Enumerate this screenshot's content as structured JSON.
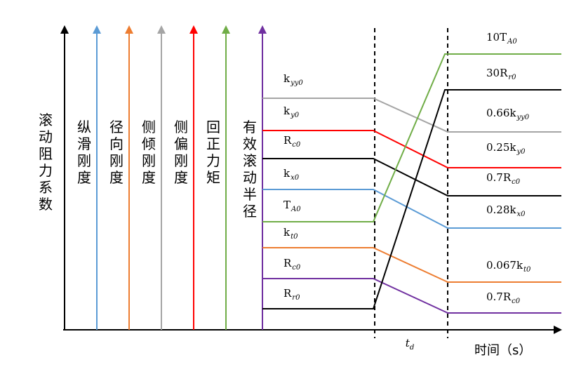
{
  "y_axis_title": "滚动阻力系数",
  "x_axis_title": "时间（s）",
  "td_label": {
    "base": "t",
    "sub": "d"
  },
  "colors": {
    "axis": "#000000",
    "blue": "#5b9bd5",
    "orange": "#ed7d31",
    "gray": "#a5a5a5",
    "red": "#ff0000",
    "green": "#70ad47",
    "purple": "#7030a0"
  },
  "vertical_labels": [
    {
      "text": "纵滑刚度",
      "color": "blue"
    },
    {
      "text": "径向刚度",
      "color": "orange"
    },
    {
      "text": "侧倾刚度",
      "color": "gray"
    },
    {
      "text": "侧偏刚度",
      "color": "red"
    },
    {
      "text": "回正力矩",
      "color": "green"
    },
    {
      "text": "有效滚动半径",
      "color": "purple"
    }
  ],
  "lines": [
    {
      "color": "gray",
      "trend": "down",
      "left": {
        "base": "k",
        "sub": "yy0"
      },
      "right": {
        "base": "0.66k",
        "sub": "yy0"
      }
    },
    {
      "color": "red",
      "trend": "down",
      "left": {
        "base": "k",
        "sub": "y0"
      },
      "right": {
        "base": "0.25k",
        "sub": "y0"
      }
    },
    {
      "color": "black",
      "trend": "down",
      "left": {
        "base": "R",
        "sub": "c0"
      },
      "right": {
        "base": "0.7R",
        "sub": "c0"
      }
    },
    {
      "color": "blue",
      "trend": "down",
      "left": {
        "base": "k",
        "sub": "x0"
      },
      "right": {
        "base": "0.28k",
        "sub": "x0"
      }
    },
    {
      "color": "green",
      "trend": "up",
      "left": {
        "base": "T",
        "sub": "A0"
      },
      "right": {
        "base": "10T",
        "sub": "A0"
      }
    },
    {
      "color": "orange",
      "trend": "down",
      "left": {
        "base": "k",
        "sub": "t0"
      },
      "right": {
        "base": "0.067k",
        "sub": "t0"
      }
    },
    {
      "color": "purple",
      "trend": "down",
      "left": {
        "base": "R",
        "sub": "c0"
      },
      "right": {
        "base": "0.7R",
        "sub": "c0"
      }
    },
    {
      "color": "black",
      "trend": "up",
      "left": {
        "base": "R",
        "sub": "r0"
      },
      "right": {
        "base": "30R",
        "sub": "r0"
      }
    }
  ]
}
